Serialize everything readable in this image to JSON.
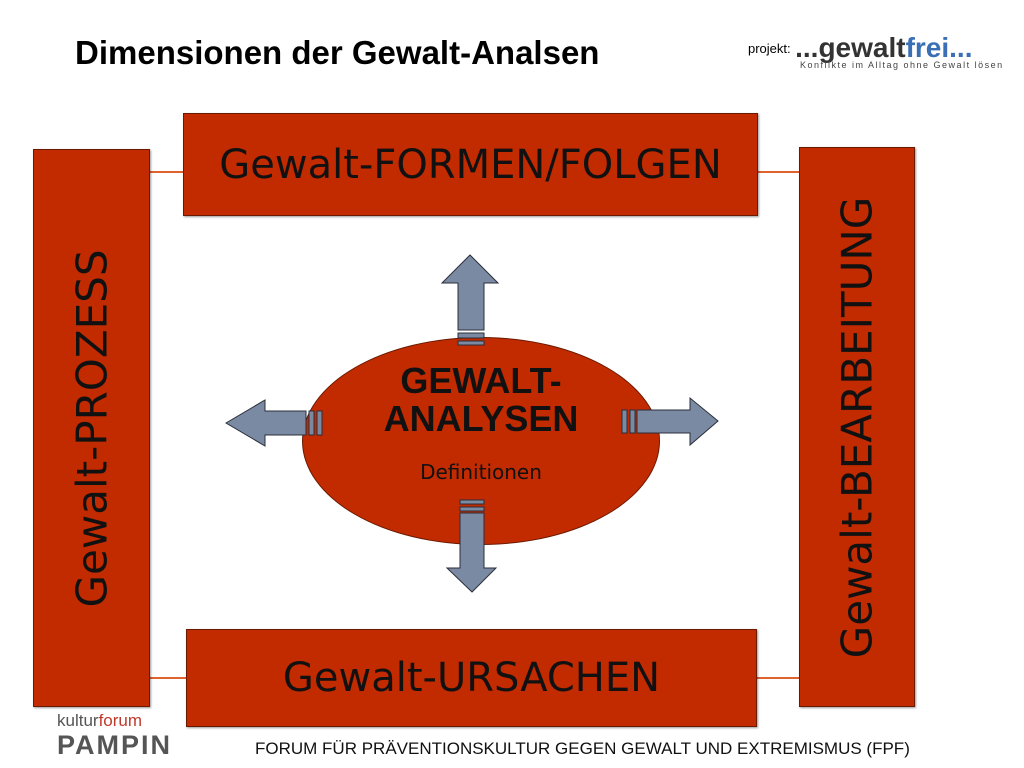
{
  "title": "Dimensionen der Gewalt-Analsen",
  "logo_right": {
    "prefix": "projekt:",
    "dots": "...",
    "word1": "gewalt",
    "word2": "frei",
    "dots2": "...",
    "tagline": "Konflikte im Alltag ohne Gewalt lösen"
  },
  "boxes": {
    "top": "Gewalt-FORMEN/FOLGEN",
    "left": "Gewalt-PROZESS",
    "right": "Gewalt-BEARBEITUNG",
    "bottom": "Gewalt-URSACHEN"
  },
  "center": {
    "line1": "GEWALT-",
    "line2": "ANALYSEN",
    "sub": "Definitionen"
  },
  "logo_left": {
    "kultur": "kultur",
    "forum": "forum",
    "pampin": "PAMPIN"
  },
  "footer": "FORUM FÜR PRÄVENTIONSKULTUR GEGEN GEWALT UND EXTREMISMUS (FPF)",
  "colors": {
    "box": "#c22a00",
    "arrow": "#7b8aa3",
    "line": "#e0632f"
  }
}
